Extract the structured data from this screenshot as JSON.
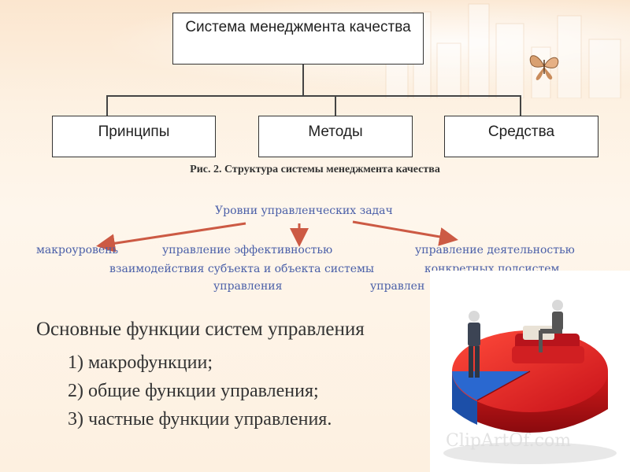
{
  "diagram": {
    "root": "Система менеджмента качества",
    "children": [
      "Принципы",
      "Методы",
      "Средства"
    ],
    "caption": "Рис. 2. Структура системы менеджмента качества"
  },
  "levels": {
    "heading": "Уровни управленческих задач",
    "macro": "макроуровень",
    "efficiency": "управление эффективностью",
    "efficiency_sub": "взаимодействия субъекта и объекта системы",
    "efficiency_sub2": "управления",
    "activity": "управление деятельностью",
    "activity_sub": "конкретных подсистем",
    "activity_sub2": "управлен"
  },
  "functions": {
    "heading": "Основные функции систем управления",
    "items": [
      "1) макрофункции;",
      "2) общие функции управления;",
      "3) частные функции управления."
    ]
  },
  "watermark": "ClipArtOf.com",
  "colors": {
    "arrow": "#cc5a44",
    "blue_text": "#4a5fa8",
    "text": "#333333"
  },
  "icons": [
    "butterfly-icon",
    "people-on-pie-chart-illustration"
  ]
}
